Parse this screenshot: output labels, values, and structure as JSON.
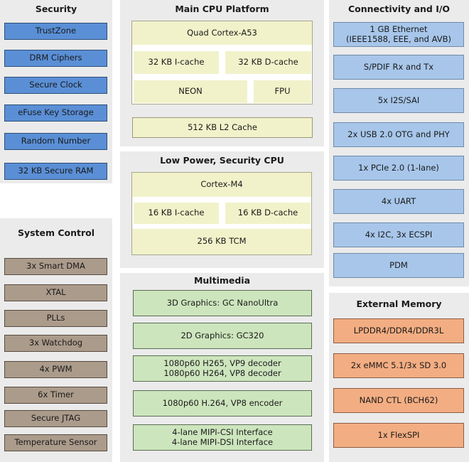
{
  "security": {
    "title": "Security",
    "items": [
      "TrustZone",
      "DRM Ciphers",
      "Secure Clock",
      "eFuse Key Storage",
      "Random Number",
      "32 KB Secure RAM"
    ]
  },
  "system_control": {
    "title": "System Control",
    "items": [
      "3x Smart DMA",
      "XTAL",
      "PLLs",
      "3x Watchdog",
      "4x PWM",
      "6x Timer",
      "Secure JTAG",
      "Temperature Sensor"
    ]
  },
  "main_cpu": {
    "title": "Main CPU Platform",
    "core": "Quad Cortex-A53",
    "icache": "32 KB I-cache",
    "dcache": "32 KB D-cache",
    "neon": "NEON",
    "fpu": "FPU",
    "l2": "512 KB L2 Cache"
  },
  "low_power_cpu": {
    "title": "Low Power, Security CPU",
    "core": "Cortex-M4",
    "icache": "16 KB I-cache",
    "dcache": "16 KB D-cache",
    "tcm": "256 KB TCM"
  },
  "multimedia": {
    "title": "Multimedia",
    "items": [
      {
        "line1": "3D Graphics: GC NanoUltra",
        "line2": ""
      },
      {
        "line1": "2D Graphics: GC320",
        "line2": ""
      },
      {
        "line1": "1080p60 H265, VP9 decoder",
        "line2": "1080p60 H264, VP8 decoder"
      },
      {
        "line1": "1080p60 H.264, VP8 encoder",
        "line2": ""
      },
      {
        "line1": "4-lane MIPI-CSI Interface",
        "line2": "4-lane MIPI-DSI Interface"
      }
    ]
  },
  "connectivity": {
    "title": "Connectivity and I/O",
    "items": [
      {
        "line1": "1 GB Ethernet",
        "line2": "(IEEE1588, EEE, and AVB)"
      },
      {
        "line1": "S/PDIF Rx and Tx",
        "line2": ""
      },
      {
        "line1": "5x I2S/SAI",
        "line2": ""
      },
      {
        "line1": "2x USB 2.0 OTG and PHY",
        "line2": ""
      },
      {
        "line1": "1x PCIe 2.0 (1-lane)",
        "line2": ""
      },
      {
        "line1": "4x UART",
        "line2": ""
      },
      {
        "line1": "4x I2C, 3x ECSPI",
        "line2": ""
      },
      {
        "line1": "PDM",
        "line2": ""
      }
    ]
  },
  "external_memory": {
    "title": "External Memory",
    "items": [
      "LPDDR4/DDR4/DDR3L",
      "2x eMMC 5.1/3x SD 3.0",
      "NAND CTL (BCH62)",
      "1x FlexSPI"
    ]
  },
  "colors": {
    "security": "#5a8fd6",
    "system_control": "#ab9b8b",
    "cpu": "#f1f2ca",
    "multimedia": "#cde5bd",
    "connectivity": "#a7c6ea",
    "external_memory": "#f3ad82",
    "panel": "#ebebeb"
  }
}
